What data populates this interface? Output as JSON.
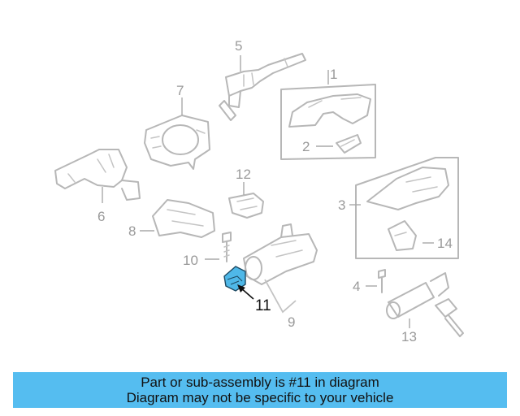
{
  "diagram": {
    "callouts": {
      "c1": "1",
      "c2": "2",
      "c3": "3",
      "c4": "4",
      "c5": "5",
      "c6": "6",
      "c7": "7",
      "c8": "8",
      "c9": "9",
      "c10": "10",
      "c11": "11",
      "c12": "12",
      "c13": "13",
      "c14": "14"
    },
    "highlighted_part": "11",
    "colors": {
      "highlight": "#4fb8e8",
      "parts": "#b7b7b7",
      "banner": "#55bdf0"
    }
  },
  "banner": {
    "line1": "Part or sub-assembly is #11 in diagram",
    "line2": "Diagram may not be specific to your vehicle"
  }
}
